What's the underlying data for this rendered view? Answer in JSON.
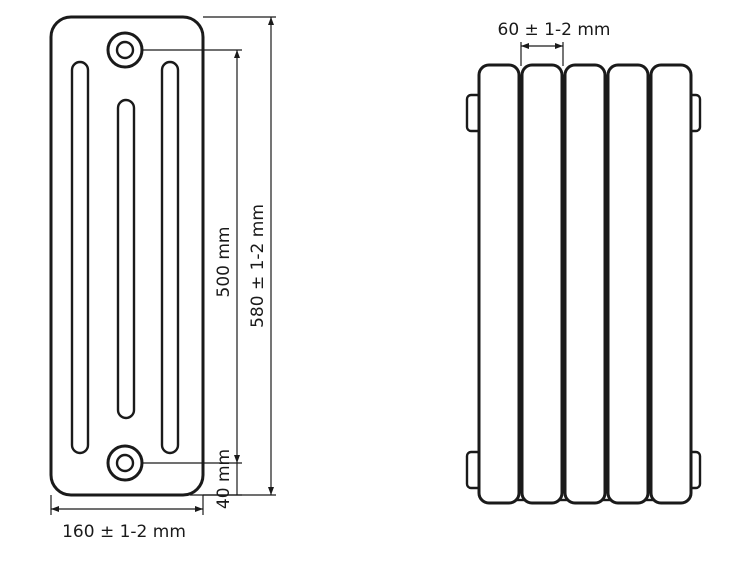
{
  "front_view": {
    "height_inner_label": "500 mm",
    "height_total_label": "580 ± 1-2 mm",
    "bottom_offset_label": "40 mm",
    "width_label": "160 ± 1-2 mm"
  },
  "side_view": {
    "section_width_label": "60 ± 1-2 mm",
    "section_count": 5
  },
  "colors": {
    "line": "#1a1a1a",
    "background": "#ffffff"
  }
}
